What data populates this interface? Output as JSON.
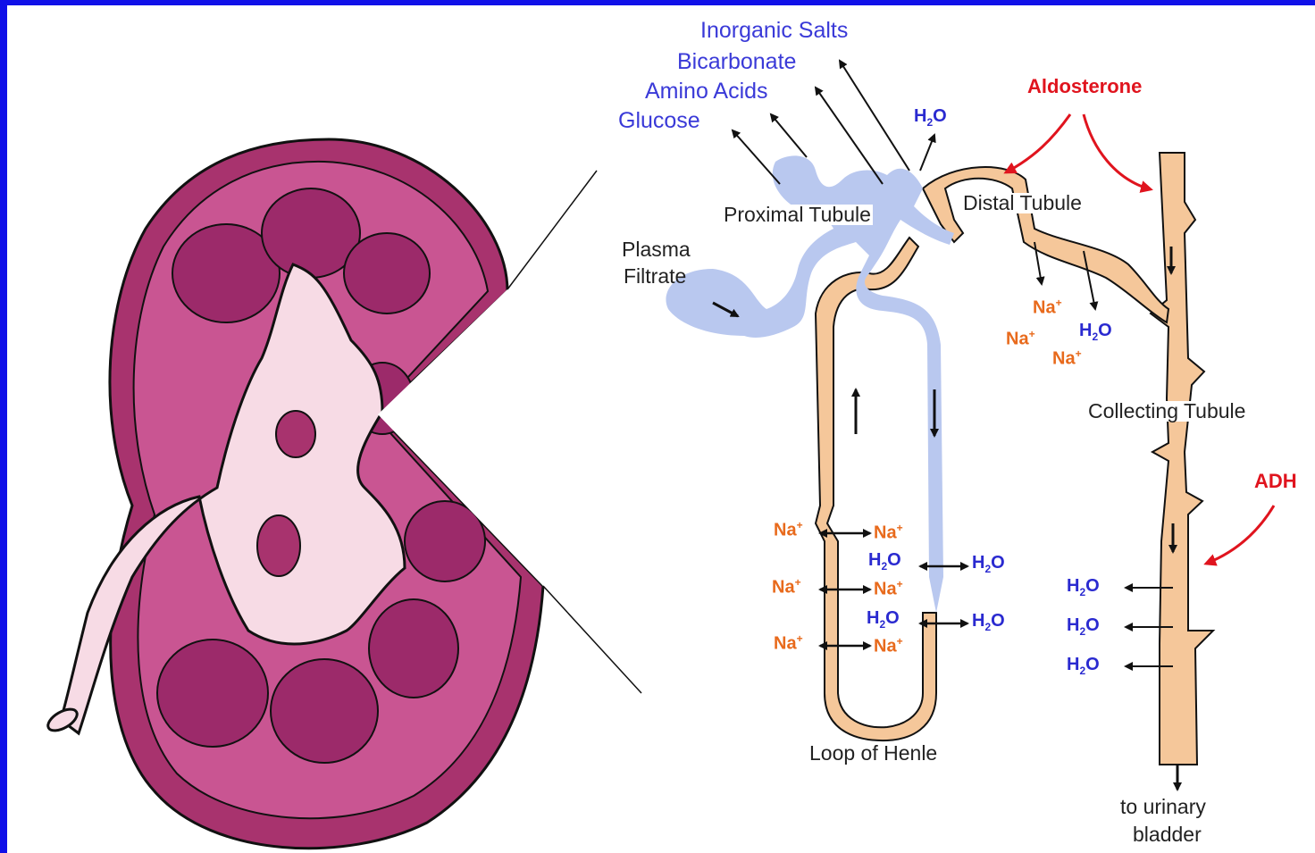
{
  "colors": {
    "border": "#1010e8",
    "kidney_outer": "#a8336e",
    "kidney_cortex": "#c95592",
    "kidney_pyramid": "#9c2a6a",
    "pelvis": "#f7dbe5",
    "proximal_tubule": "#b9c8ef",
    "distal_tubule": "#f5c79a",
    "label_blue": "#3a3ad8",
    "label_red": "#e0141e",
    "label_orange": "#e86a1c"
  },
  "absorbed": {
    "inorganic_salts": "Inorganic Salts",
    "bicarbonate": "Bicarbonate",
    "amino_acids": "Amino Acids",
    "glucose": "Glucose"
  },
  "labels": {
    "plasma_filtrate_line1": "Plasma",
    "plasma_filtrate_line2": "Filtrate",
    "proximal_tubule": "Proximal Tubule",
    "distal_tubule": "Distal Tubule",
    "collecting_tubule": "Collecting Tubule",
    "loop_of_henle": "Loop of Henle",
    "to_bladder_line1": "to urinary",
    "to_bladder_line2": "bladder"
  },
  "hormones": {
    "aldosterone": "Aldosterone",
    "adh": "ADH"
  },
  "chem": {
    "na": "Na",
    "plus": "+",
    "h": "H",
    "two": "2",
    "o": "O"
  }
}
